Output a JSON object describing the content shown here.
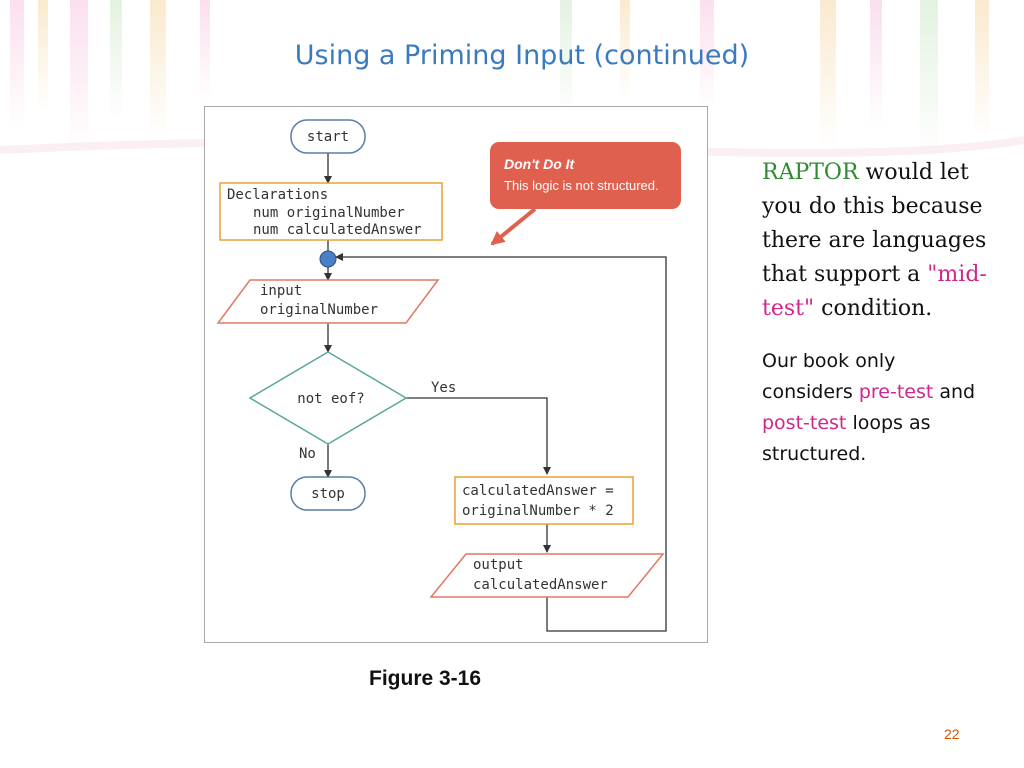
{
  "slide": {
    "title": "Using a Priming Input (continued)",
    "caption": "Figure 3-16",
    "page_number": "22"
  },
  "flowchart": {
    "start_label": "start",
    "declarations": [
      "Declarations",
      "num originalNumber",
      "num calculatedAnswer"
    ],
    "input": [
      "input",
      "originalNumber"
    ],
    "decision": "not eof?",
    "yes_label": "Yes",
    "no_label": "No",
    "stop_label": "stop",
    "process": [
      "calculatedAnswer =",
      "originalNumber * 2"
    ],
    "output": [
      "output",
      "calculatedAnswer"
    ],
    "callout_title": "Don't Do It",
    "callout_text": "This logic is not structured."
  },
  "notes": {
    "p1_raptor": "RAPTOR",
    "p1_a": "would let you do this because there are languages that support a",
    "p1_midtest": "\"mid-test\"",
    "p1_b": "condition.",
    "p2_a": "Our book only considers",
    "p2_pretest": "pre-test",
    "p2_and": "and",
    "p2_posttest": "post-test",
    "p2_b": "loops as structured."
  },
  "colors": {
    "title": "#3c7ac0",
    "terminal_stroke": "#5a7da6",
    "process_stroke": "#e8a030",
    "io_stroke": "#e07860",
    "decision_stroke": "#5aa89a",
    "callout_fill": "#e06050",
    "connector_fill": "#4a80c8",
    "green_text": "#2e8b30",
    "pink_text": "#d1268c"
  }
}
